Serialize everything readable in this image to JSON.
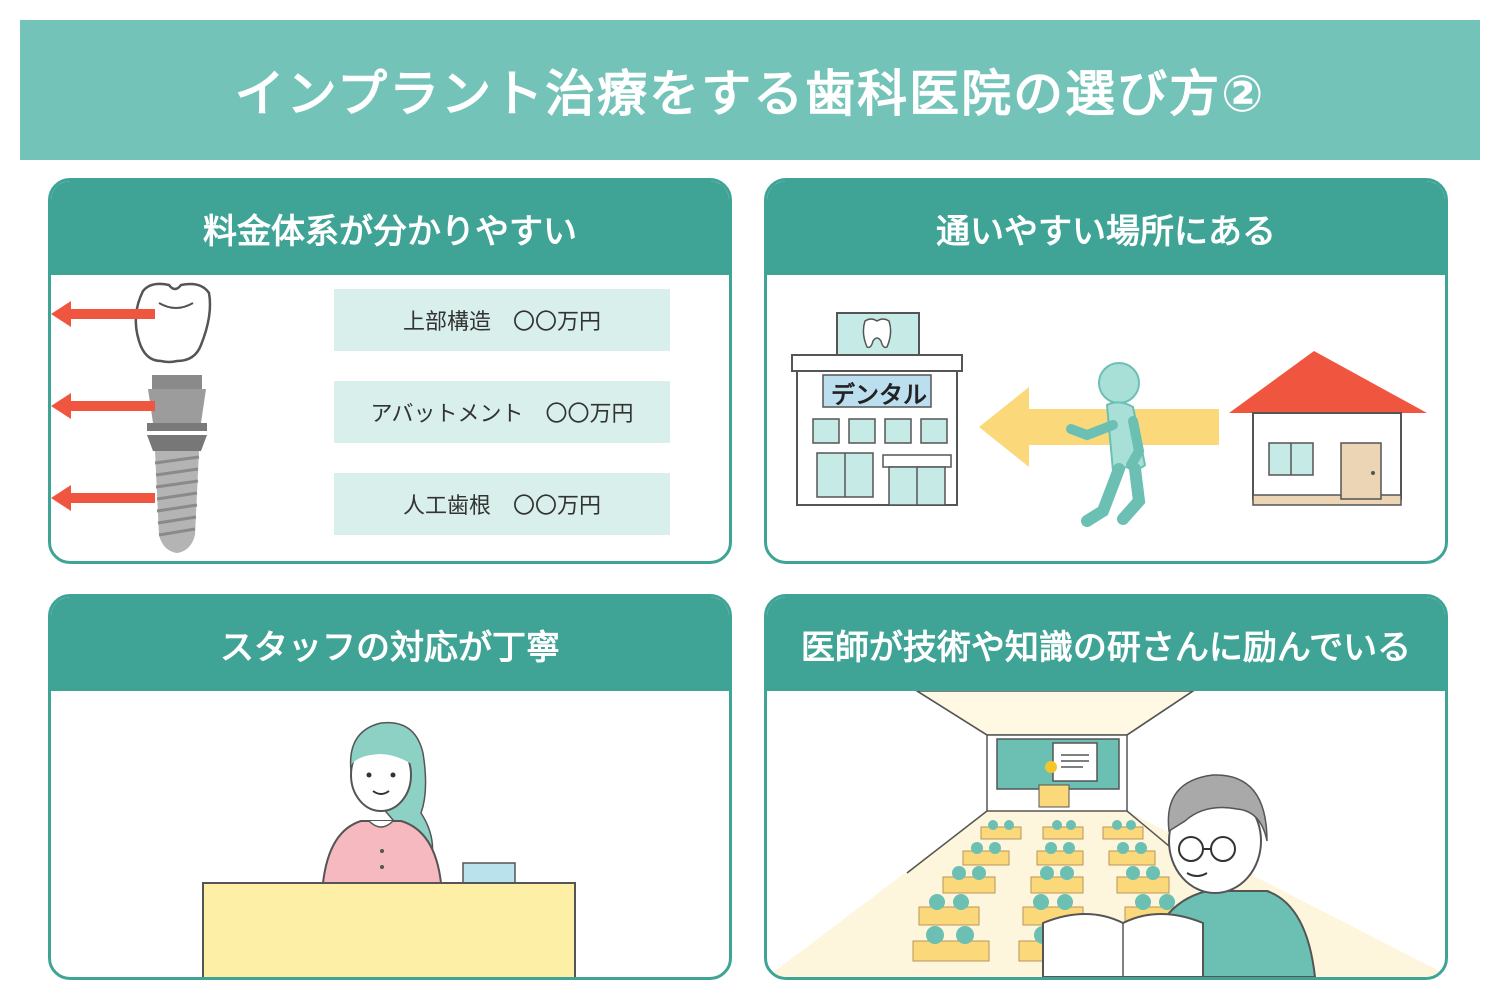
{
  "title": "インプラント治療をする歯科医院の選び方②",
  "panels": {
    "price": {
      "heading": "料金体系が分かりやすい",
      "items": [
        {
          "label": "上部構造　〇〇万円"
        },
        {
          "label": "アバットメント　〇〇万円"
        },
        {
          "label": "人工歯根　〇〇万円"
        }
      ]
    },
    "location": {
      "heading": "通いやすい場所にある",
      "clinic_sign": "デンタル"
    },
    "staff": {
      "heading": "スタッフの対応が丁寧"
    },
    "training": {
      "heading": "医師が技術や知識の研さんに励んでいる"
    }
  },
  "colors": {
    "banner": "#74c3b8",
    "panel_header": "#3fa396",
    "price_box": "#d9efeb",
    "arrow_red": "#f0563f",
    "arrow_yellow": "#fbd87a",
    "roof": "#f0563f",
    "desk": "#fdf0a6"
  }
}
